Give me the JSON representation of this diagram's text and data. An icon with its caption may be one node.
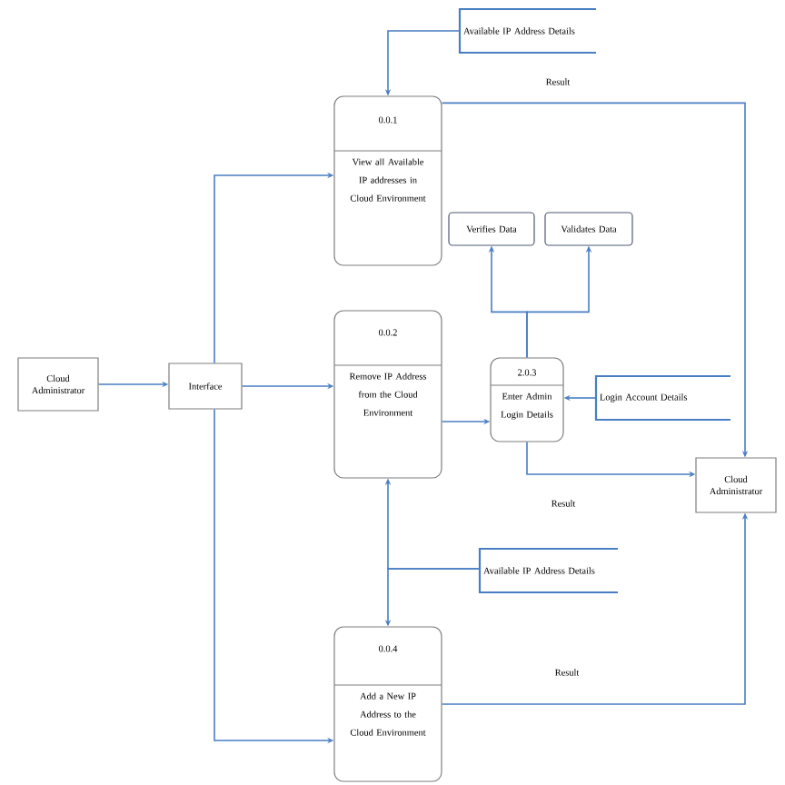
{
  "diagram": {
    "nodes": [
      {
        "text": [
          "Available IP Address Details"
        ]
      },
      {
        "text": [
          "0.0.1",
          "View all Available IP addresses in Cloud Environment"
        ]
      },
      {
        "text": [
          "Verifies Data"
        ]
      },
      {
        "text": [
          "Validates Data"
        ]
      },
      {
        "text": [
          "Cloud Administrator"
        ]
      },
      {
        "text": [
          "Interface"
        ]
      },
      {
        "text": [
          "0.0.2",
          "Remove IP Address from the Cloud Environment"
        ]
      },
      {
        "text": [
          "2.0.3",
          "Enter Admin Login Details"
        ]
      },
      {
        "text": [
          "Login Account Details"
        ]
      },
      {
        "text": [
          "Cloud Administrator"
        ]
      },
      {
        "text": [
          "Available IP Address Details"
        ]
      },
      {
        "text": [
          "0.0.4",
          "Add a New IP Address to the Cloud Environment"
        ]
      }
    ],
    "edges": [
      {
        "from": 0,
        "to": 1,
        "arrow": "to"
      },
      {
        "from": 1,
        "to": 9,
        "arrow": "to",
        "label": "Result"
      },
      {
        "from": 4,
        "to": 5,
        "arrow": "to"
      },
      {
        "from": 5,
        "to": 1,
        "arrow": "to"
      },
      {
        "from": 5,
        "to": 6,
        "arrow": "to"
      },
      {
        "from": 5,
        "to": 11,
        "arrow": "to"
      },
      {
        "from": 6,
        "to": 7,
        "arrow": "to"
      },
      {
        "from": 7,
        "to": 2,
        "arrow": "to"
      },
      {
        "from": 7,
        "to": 3,
        "arrow": "to"
      },
      {
        "from": 8,
        "to": 7,
        "arrow": "to"
      },
      {
        "from": 7,
        "to": 9,
        "arrow": "to",
        "label": "Result"
      },
      {
        "from": 10,
        "to": 6,
        "arrow": "to"
      },
      {
        "from": 10,
        "to": 11,
        "arrow": "to"
      },
      {
        "from": 11,
        "to": 9,
        "arrow": "to",
        "label": "Result"
      }
    ]
  }
}
